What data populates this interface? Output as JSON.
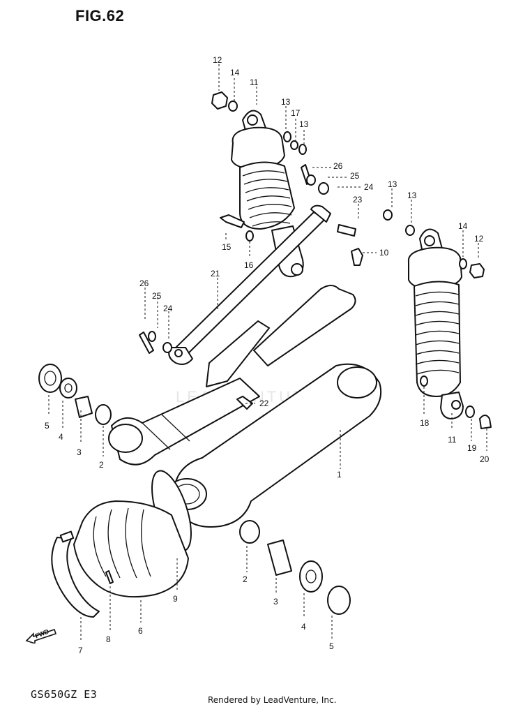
{
  "figure": {
    "title": "FIG.62",
    "model_code": "GS650GZ  E3",
    "footer": "Rendered by LeadVenture, Inc."
  },
  "watermark": "LEADVENTURE",
  "fwd_label": "FWD",
  "callouts": [
    {
      "id": "c1",
      "label": "1"
    },
    {
      "id": "c2a",
      "label": "2"
    },
    {
      "id": "c2b",
      "label": "2"
    },
    {
      "id": "c3a",
      "label": "3"
    },
    {
      "id": "c3b",
      "label": "3"
    },
    {
      "id": "c4a",
      "label": "4"
    },
    {
      "id": "c4b",
      "label": "4"
    },
    {
      "id": "c5a",
      "label": "5"
    },
    {
      "id": "c5b",
      "label": "5"
    },
    {
      "id": "c6",
      "label": "6"
    },
    {
      "id": "c7",
      "label": "7"
    },
    {
      "id": "c8",
      "label": "8"
    },
    {
      "id": "c9",
      "label": "9"
    },
    {
      "id": "c10",
      "label": "10"
    },
    {
      "id": "c11a",
      "label": "11"
    },
    {
      "id": "c11b",
      "label": "11"
    },
    {
      "id": "c12a",
      "label": "12"
    },
    {
      "id": "c12b",
      "label": "12"
    },
    {
      "id": "c13a",
      "label": "13"
    },
    {
      "id": "c13b",
      "label": "13"
    },
    {
      "id": "c13c",
      "label": "13"
    },
    {
      "id": "c13d",
      "label": "13"
    },
    {
      "id": "c14a",
      "label": "14"
    },
    {
      "id": "c14b",
      "label": "14"
    },
    {
      "id": "c15",
      "label": "15"
    },
    {
      "id": "c16",
      "label": "16"
    },
    {
      "id": "c17",
      "label": "17"
    },
    {
      "id": "c18",
      "label": "18"
    },
    {
      "id": "c19",
      "label": "19"
    },
    {
      "id": "c20",
      "label": "20"
    },
    {
      "id": "c21",
      "label": "21"
    },
    {
      "id": "c22",
      "label": "22"
    },
    {
      "id": "c23",
      "label": "23"
    },
    {
      "id": "c24a",
      "label": "24"
    },
    {
      "id": "c24b",
      "label": "24"
    },
    {
      "id": "c25a",
      "label": "25"
    },
    {
      "id": "c25b",
      "label": "25"
    },
    {
      "id": "c26a",
      "label": "26"
    },
    {
      "id": "c26b",
      "label": "26"
    }
  ]
}
